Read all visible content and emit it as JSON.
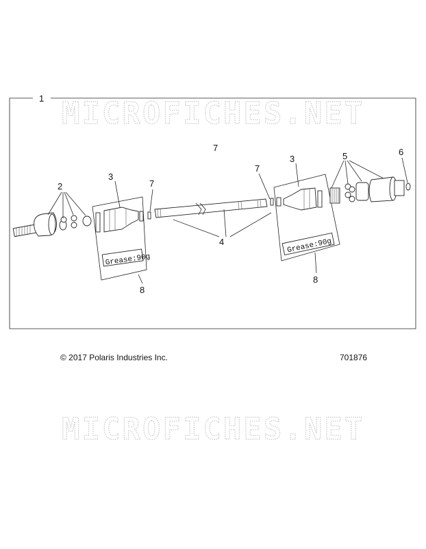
{
  "watermark": {
    "text": "MICROFICHES.NET"
  },
  "diagram": {
    "assembly_callout": "1",
    "callouts": {
      "outer_cv": "2",
      "boot_left": "3",
      "boot_right": "3",
      "shaft": "4",
      "inner_cv": "5",
      "snap_ring": "6",
      "clamp_top": "7",
      "clamp_left": "7",
      "clamp_right": "7",
      "kit_left": "8",
      "kit_right": "8"
    },
    "grease_left": "Grease:90g",
    "grease_right": "Grease:90g"
  },
  "footer": {
    "copyright": "© 2017 Polaris Industries Inc.",
    "diagram_number": "701876"
  }
}
